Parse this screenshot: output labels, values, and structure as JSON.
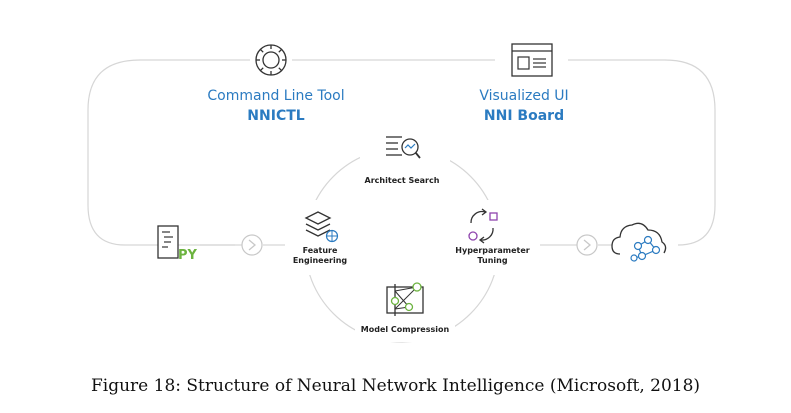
{
  "tools": {
    "cli": {
      "line1": "Command Line Tool",
      "line2": "NNICTL",
      "icon": "gear-icon"
    },
    "ui": {
      "line1": "Visualized UI",
      "line2": "NNI Board",
      "icon": "window-icon"
    }
  },
  "modules": {
    "architect_search": {
      "label": "Architect Search",
      "icon": "search-doc-icon"
    },
    "feature_engineering": {
      "line1": "Feature",
      "line2": "Engineering",
      "icon": "layers-icon"
    },
    "hyperparameter_tuning": {
      "line1": "Hyperparameter",
      "line2": "Tuning",
      "icon": "cycle-icon"
    },
    "model_compression": {
      "label": "Model Compression",
      "icon": "network-compress-icon"
    }
  },
  "input": {
    "badge": "PY",
    "icon": "python-file-icon"
  },
  "output": {
    "icon": "cloud-network-icon"
  },
  "caption": "Figure 18: Structure of Neural Network Intelligence (Microsoft, 2018)",
  "colors": {
    "accent_blue": "#2b7bc1",
    "python_green": "#6cb33f",
    "purple": "#8e44ad",
    "loop_gray": "#cfcfcf"
  }
}
